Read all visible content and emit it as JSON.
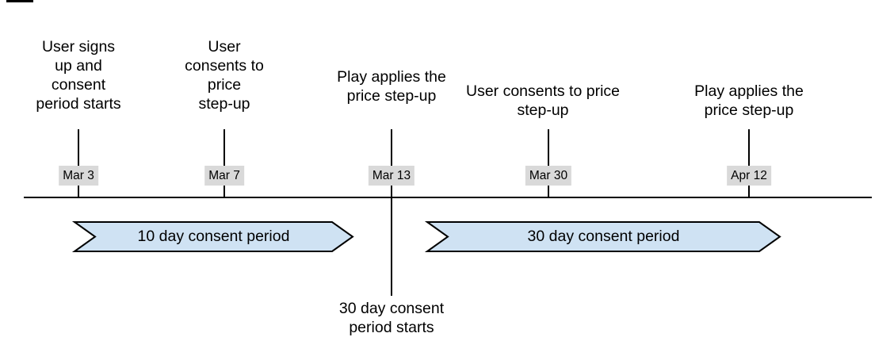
{
  "colors": {
    "background": "#ffffff",
    "text_color": "#000000",
    "line_color": "#000000",
    "date_bg": "#d9d9d9",
    "period_fill": "#cfe2f3",
    "period_border": "#000000"
  },
  "timeline": {
    "milestones": [
      {
        "date": "Mar 3",
        "label": "User signs\nup and\nconsent\nperiod starts"
      },
      {
        "date": "Mar 7",
        "label": "User\nconsents to\nprice\nstep-up"
      },
      {
        "date": "Mar 13",
        "label": "Play applies the\nprice step-up",
        "below_label": "30 day consent\nperiod starts"
      },
      {
        "date": "Mar 30",
        "label": "User consents to price\nstep-up"
      },
      {
        "date": "Apr 12",
        "label": "Play applies the\nprice step-up"
      }
    ],
    "periods": [
      {
        "label": "10 day consent period"
      },
      {
        "label": "30 day consent period"
      }
    ]
  }
}
